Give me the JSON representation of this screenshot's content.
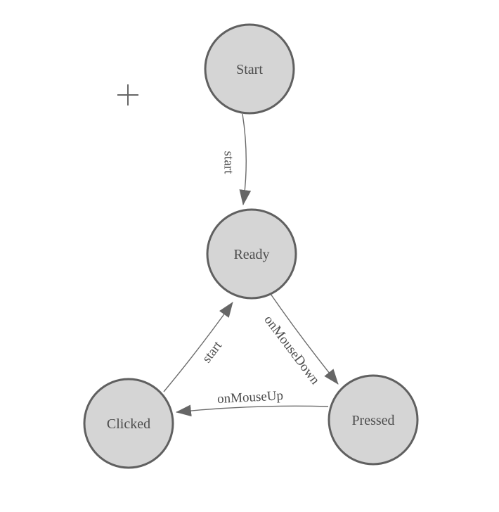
{
  "canvas": {
    "background": "#ffffff",
    "cursor_icon": "plus-crosshair"
  },
  "diagram": {
    "kind": "state-machine",
    "colors": {
      "node_fill": "#d5d5d5",
      "node_border": "#606060",
      "edge_line": "#6b6b6b",
      "arrowhead": "#666666",
      "label_text": "#4d4d4d"
    },
    "nodes": [
      {
        "label": "Start"
      },
      {
        "label": "Ready"
      },
      {
        "label": "Clicked"
      },
      {
        "label": "Pressed"
      }
    ],
    "edges": [
      {
        "from": "Start",
        "to": "Ready",
        "label": "start"
      },
      {
        "from": "Clicked",
        "to": "Ready",
        "label": "start"
      },
      {
        "from": "Ready",
        "to": "Pressed",
        "label": "onMouseDown"
      },
      {
        "from": "Pressed",
        "to": "Clicked",
        "label": "onMouseUp"
      }
    ]
  }
}
